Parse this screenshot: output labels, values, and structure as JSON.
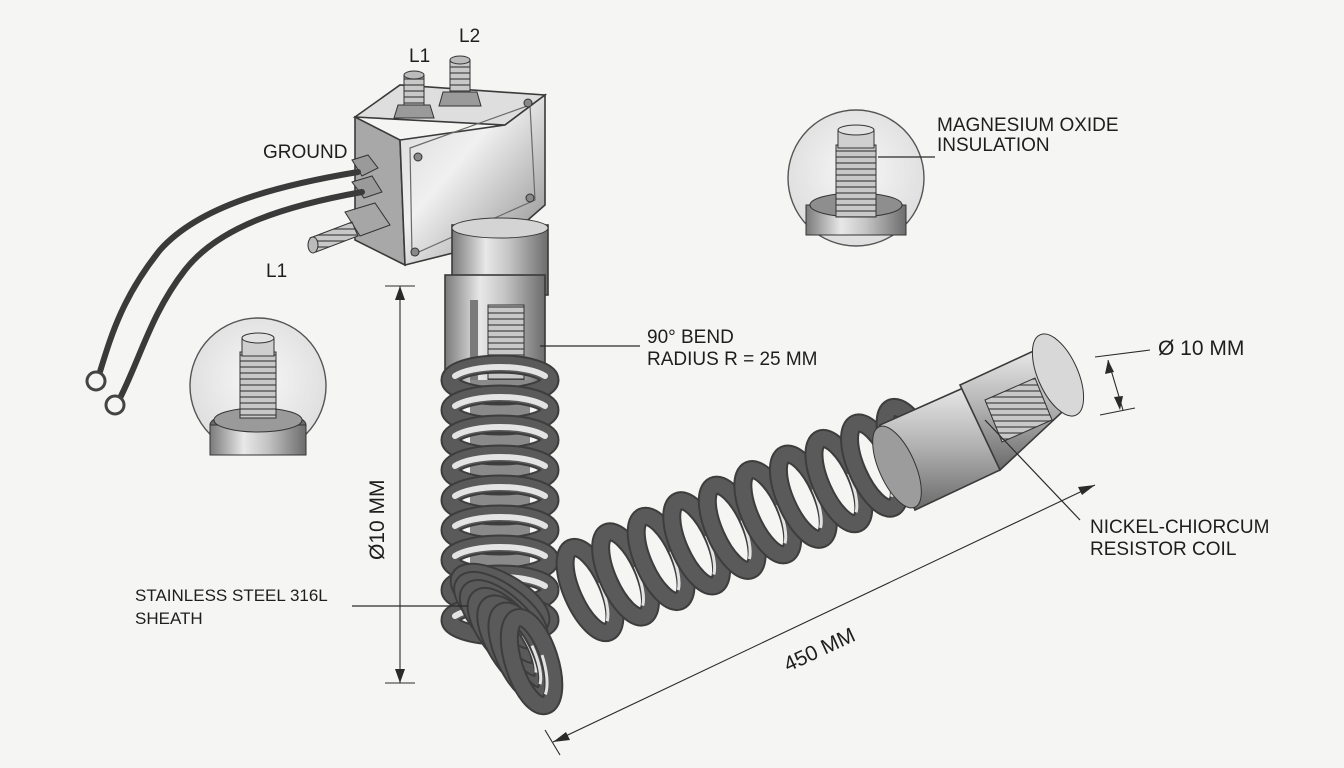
{
  "labels": {
    "terminal_l1_top": "L1",
    "terminal_l2_top": "L2",
    "ground": "GROUND",
    "terminal_l1_side": "L1",
    "insulation_line1": "MAGNESIUM OXIDE",
    "insulation_line2": "INSULATION",
    "bend_line1": "90° BEND",
    "bend_line2": "RADIUS R = 25 MM",
    "diameter_end": "Ø 10 MM",
    "diameter_vertical": "Ø10 MM",
    "coil_line1": "NICKEL-CHIORCUM",
    "coil_line2": "RESISTOR COIL",
    "sheath_line1": "STAINLESS STEEL 316L",
    "sheath_line2": "SHEATH",
    "length": "450 MM"
  },
  "colors": {
    "background": "#f5f5f3",
    "steel_light": "#e6e6e6",
    "steel_mid": "#b8b8b8",
    "steel_dark": "#6e6e6e",
    "wire": "#3a3a3a",
    "detail_circle": "#ececec"
  }
}
